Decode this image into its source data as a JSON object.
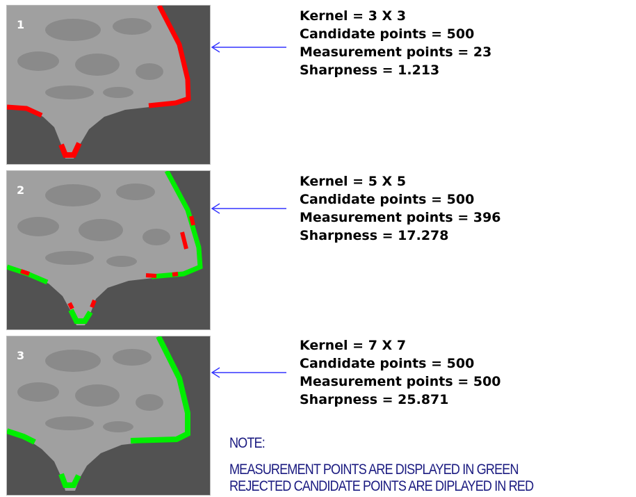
{
  "panels": [
    {
      "number": "1",
      "kernel": "Kernel = 3 X 3",
      "candidate": "Candidate points = 500",
      "measurement": "Measurement points = 23",
      "sharpness": "Sharpness = 1.213",
      "edge_color": "red"
    },
    {
      "number": "2",
      "kernel": "Kernel = 5 X 5",
      "candidate": "Candidate points = 500",
      "measurement": "Measurement points = 396",
      "sharpness": "Sharpness = 17.278",
      "edge_color": "mixed"
    },
    {
      "number": "3",
      "kernel": "Kernel = 7 X 7",
      "candidate": "Candidate points = 500",
      "measurement": "Measurement points = 500",
      "sharpness": "Sharpness = 25.871",
      "edge_color": "green"
    }
  ],
  "note": {
    "title": "NOTE:",
    "line1": "MEASUREMENT POINTS ARE DISPLAYED IN GREEN",
    "line2": "REJECTED CANDIDATE POINTS ARE DIPLAYED IN RED"
  },
  "colors": {
    "background_dark": "#525252",
    "shape_light": "#a0a0a0",
    "texture": "#8a8a8a",
    "measurement_green": "#00ee00",
    "rejected_red": "#ff0000",
    "arrow": "#3333ff",
    "note_text": "#1a1a80"
  }
}
